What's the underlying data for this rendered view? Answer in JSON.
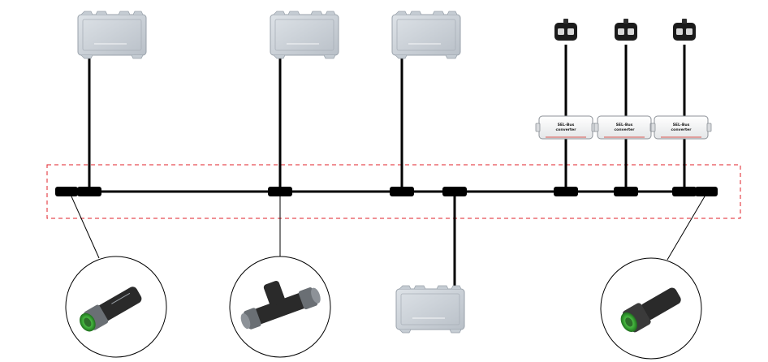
{
  "converters": [
    {
      "line1": "SEL-Bus",
      "line2": "converter"
    },
    {
      "line1": "SEL-Bus",
      "line2": "converter"
    },
    {
      "line1": "SEL-Bus",
      "line2": "converter"
    }
  ],
  "colors": {
    "bus": "#000000",
    "segment_box": "#e0202a",
    "device_fill": "#cfd5dc",
    "device_edge": "#9aa2ab",
    "connector_green": "#3fae3a",
    "sensor_body": "#1b1b1b"
  },
  "icons": [
    "controller-module-icon",
    "sel-bus-converter-icon",
    "sensor-keypad-icon",
    "tee-connector-icon",
    "terminator-icon",
    "m12-plug-icon",
    "m12-tee-icon",
    "m12-socket-icon"
  ]
}
